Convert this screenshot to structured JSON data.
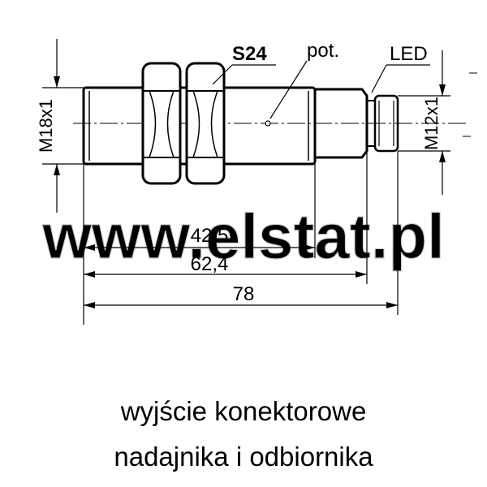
{
  "labels": {
    "wrench": "S24",
    "pot": "pot.",
    "led": "LED",
    "thread_main": "M18x1",
    "thread_conn": "M12x1"
  },
  "dimensions": {
    "d1": "42,5",
    "d2": "62,4",
    "d3": "78"
  },
  "watermark": "www.elstat.pl",
  "caption": {
    "line1": "wyjście konektorowe",
    "line2": "nadajnika i odbiornika"
  },
  "colors": {
    "line": "#000000",
    "background": "#ffffff",
    "watermark": "#d6d6d6"
  }
}
